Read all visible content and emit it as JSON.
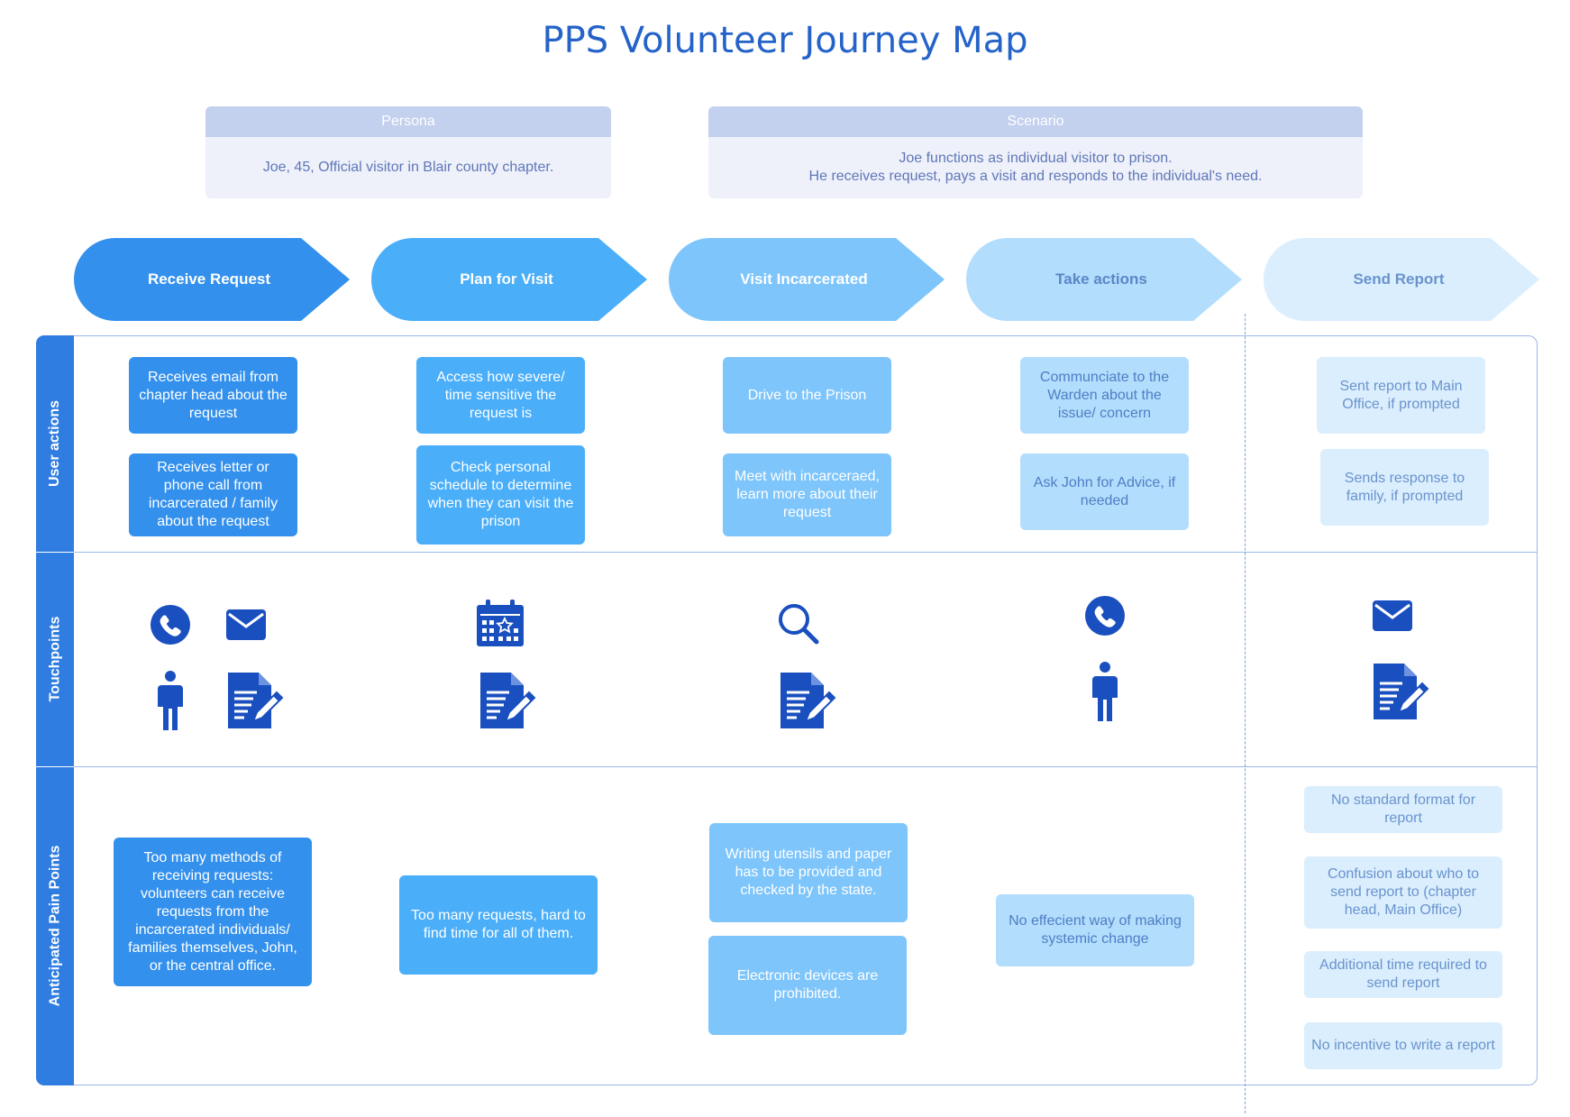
{
  "title": "PPS Volunteer Journey Map",
  "persona": {
    "header": "Persona",
    "body": "Joe, 45, Official visitor in Blair county chapter."
  },
  "scenario": {
    "header": "Scenario",
    "line1": "Joe functions as individual visitor to prison.",
    "line2": "He receives request, pays a visit and responds to the individual's need."
  },
  "phases": [
    {
      "label": "Receive Request",
      "color": "#3390ec",
      "text_color": "#ffffff"
    },
    {
      "label": "Plan for Visit",
      "color": "#4aaef9",
      "text_color": "#ffffff"
    },
    {
      "label": "Visit Incarcerated",
      "color": "#7ec5fb",
      "text_color": "#ffffff"
    },
    {
      "label": "Take actions",
      "color": "#b2ddfd",
      "text_color": "#5b86c8"
    },
    {
      "label": "Send Report",
      "color": "#daeefe",
      "text_color": "#6a93cc"
    }
  ],
  "lanes": {
    "user_actions": "User actions",
    "touchpoints": "Touchpoints",
    "pain_points": "Anticipated Pain Points"
  },
  "user_actions": {
    "receive": [
      "Receives email from chapter head about the request",
      "Receives letter or phone call from incarcerated / family about the request"
    ],
    "plan": [
      "Access how severe/ time sensitive the request is",
      "Check personal schedule to determine when they can visit the prison"
    ],
    "visit": [
      "Drive to the Prison",
      "Meet with incarceraed, learn more about their request"
    ],
    "actions": [
      "Communciate to the Warden about the issue/ concern",
      "Ask John for Advice, if needed"
    ],
    "report": [
      "Sent report to Main Office, if prompted",
      "Sends response to family, if prompted"
    ]
  },
  "touchpoints": {
    "receive": [
      "phone-icon",
      "envelope-icon",
      "person-icon",
      "document-edit-icon"
    ],
    "plan": [
      "calendar-icon",
      "document-edit-icon"
    ],
    "visit": [
      "magnifier-icon",
      "document-edit-icon"
    ],
    "actions": [
      "phone-icon",
      "person-icon"
    ],
    "report": [
      "envelope-icon",
      "document-edit-icon"
    ]
  },
  "pain_points": {
    "receive": [
      "Too many methods of receiving requests: volunteers can receive requests from the incarcerated individuals/ families themselves, John, or the central office."
    ],
    "plan": [
      "Too many requests, hard to find time for all of them."
    ],
    "visit": [
      "Writing utensils and paper has to be provided and checked by the state.",
      "Electronic devices are prohibited."
    ],
    "actions": [
      "No effecient way of making systemic change"
    ],
    "report": [
      "No standard format for report",
      "Confusion about who to send report to (chapter head, Main Office)",
      "Additional time required to send report",
      "No incentive to write a report"
    ]
  },
  "colors": {
    "title": "#2563c9",
    "icon": "#1a4fbf",
    "lane_bar": "#2f7de1"
  }
}
